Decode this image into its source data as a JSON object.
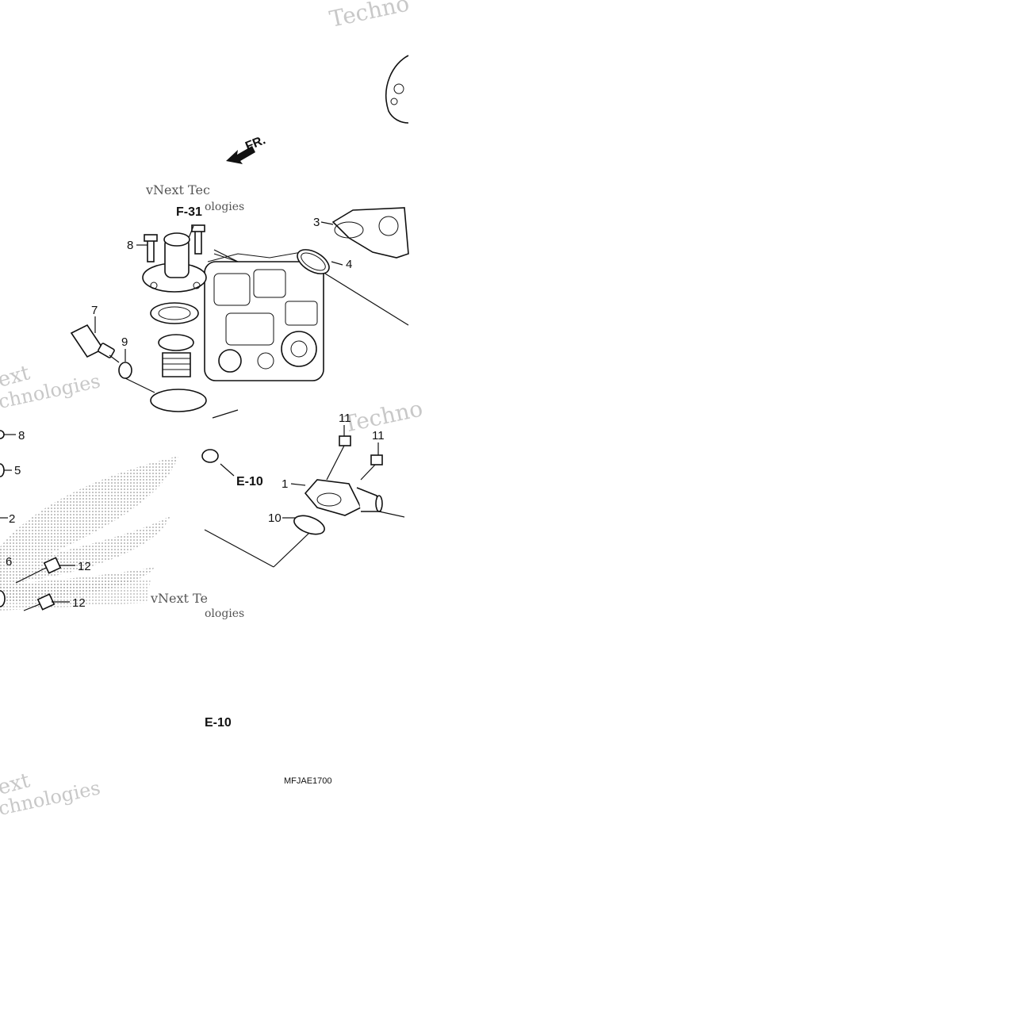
{
  "diagram": {
    "direction_label": "FR.",
    "diagram_code": "MFJAE1700",
    "references": [
      {
        "id": "ref-f31",
        "text": "F-31"
      },
      {
        "id": "ref-e10-a",
        "text": "E-10"
      },
      {
        "id": "ref-e10-b",
        "text": "E-10"
      }
    ],
    "callouts": [
      {
        "id": "c3",
        "text": "3"
      },
      {
        "id": "c4",
        "text": "4"
      },
      {
        "id": "c8a",
        "text": "8"
      },
      {
        "id": "c7",
        "text": "7"
      },
      {
        "id": "c9",
        "text": "9"
      },
      {
        "id": "c8b",
        "text": "8"
      },
      {
        "id": "c5",
        "text": "5"
      },
      {
        "id": "c2",
        "text": "2"
      },
      {
        "id": "c6",
        "text": "6"
      },
      {
        "id": "c12a",
        "text": "12"
      },
      {
        "id": "c12b",
        "text": "12"
      },
      {
        "id": "c11a",
        "text": "11"
      },
      {
        "id": "c11b",
        "text": "11"
      },
      {
        "id": "c1",
        "text": "1"
      },
      {
        "id": "c10",
        "text": "10"
      }
    ],
    "watermarks": [
      {
        "id": "w1",
        "text": "Techno"
      },
      {
        "id": "w2",
        "text": "vNext Tec"
      },
      {
        "id": "w3",
        "text": "ologies"
      },
      {
        "id": "w4",
        "text": "ext"
      },
      {
        "id": "w5",
        "text": "chnologies"
      },
      {
        "id": "w6",
        "text": "Techno"
      },
      {
        "id": "w7",
        "text": "vNext Te"
      },
      {
        "id": "w8",
        "text": "ologies"
      },
      {
        "id": "w9",
        "text": "ext"
      },
      {
        "id": "w10",
        "text": "chnologies"
      }
    ]
  }
}
